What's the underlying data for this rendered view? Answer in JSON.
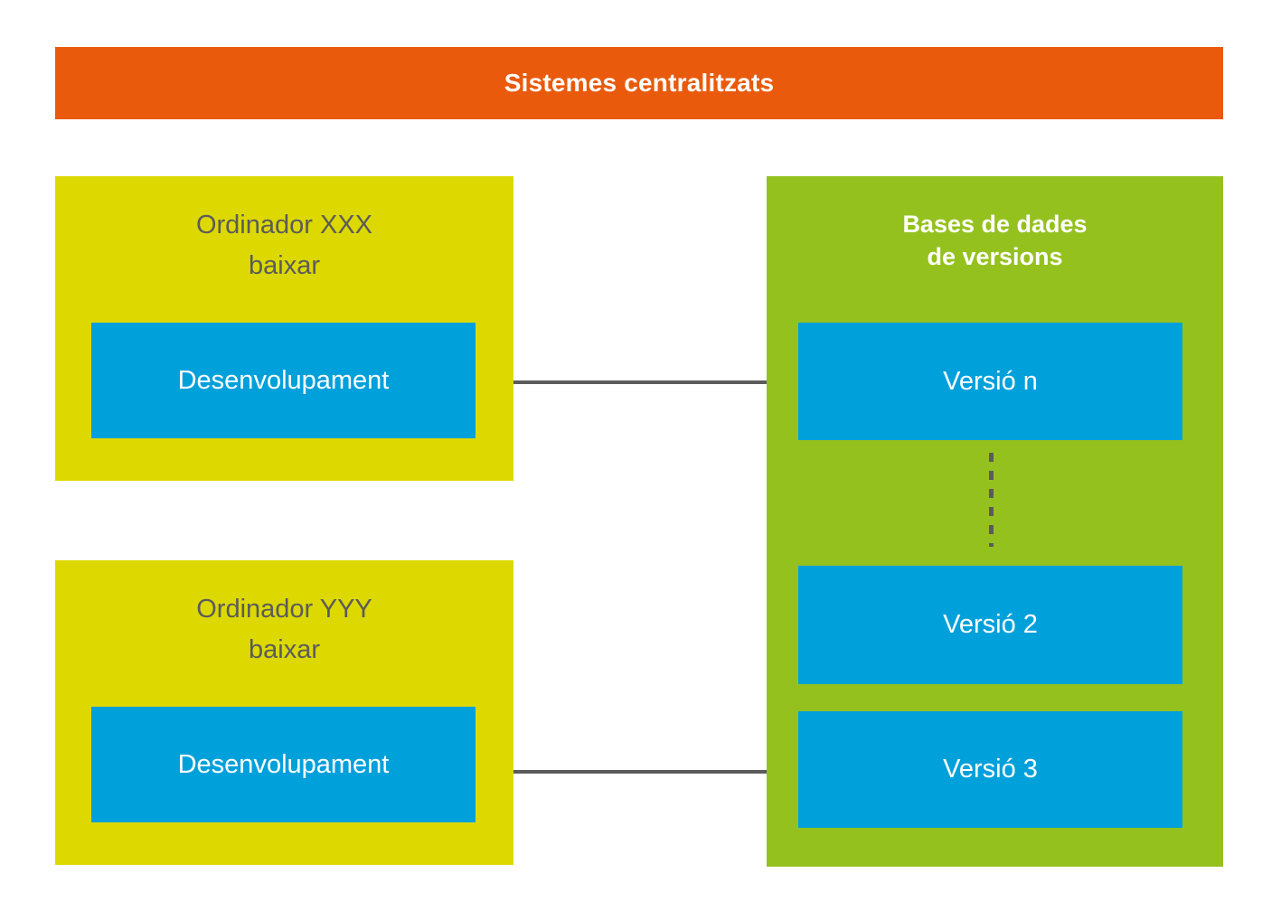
{
  "diagram": {
    "header": {
      "label": "Sistemes centralitzats",
      "color": "#e95a0c"
    },
    "clients": [
      {
        "title_line1": "Ordinador XXX",
        "title_line2": "baixar",
        "dev_label": "Desenvolupament",
        "panel_color": "#ddd900",
        "dev_color": "#00a0db"
      },
      {
        "title_line1": "Ordinador YYY",
        "title_line2": "baixar",
        "dev_label": "Desenvolupament",
        "panel_color": "#ddd900",
        "dev_color": "#00a0db"
      }
    ],
    "repository": {
      "title_line1": "Bases de dades",
      "title_line2": "de versions",
      "panel_color": "#95c11f",
      "versions": [
        {
          "label": "Versió n"
        },
        {
          "label": "Versió 2"
        },
        {
          "label": "Versió 3"
        }
      ],
      "ellipsis_symbol": "vertical-dashed-line"
    },
    "connectors": [
      {
        "from": "client-1-desenvolupament",
        "to": "repository",
        "color": "#5b5b5b"
      },
      {
        "from": "client-2-desenvolupament",
        "to": "repository",
        "color": "#5b5b5b"
      }
    ]
  }
}
